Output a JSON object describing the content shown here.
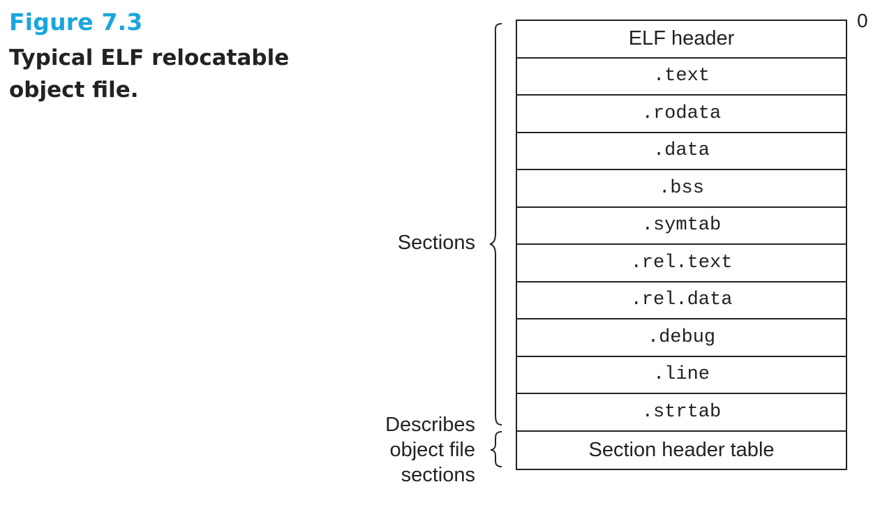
{
  "figure": {
    "label": "Figure 7.3",
    "caption": "Typical ELF relocatable object file."
  },
  "offset_label": "0",
  "sections_label": "Sections",
  "describes_label": [
    "Describes",
    "object file",
    "sections"
  ],
  "rows": [
    {
      "text": "ELF header",
      "style": "sans"
    },
    {
      "text": ".text",
      "style": "mono"
    },
    {
      "text": ".rodata",
      "style": "mono"
    },
    {
      "text": ".data",
      "style": "mono"
    },
    {
      "text": ".bss",
      "style": "mono"
    },
    {
      "text": ".symtab",
      "style": "mono"
    },
    {
      "text": ".rel.text",
      "style": "mono"
    },
    {
      "text": ".rel.data",
      "style": "mono"
    },
    {
      "text": ".debug",
      "style": "mono"
    },
    {
      "text": ".line",
      "style": "mono"
    },
    {
      "text": ".strtab",
      "style": "mono"
    },
    {
      "text": "Section header table",
      "style": "sans"
    }
  ]
}
